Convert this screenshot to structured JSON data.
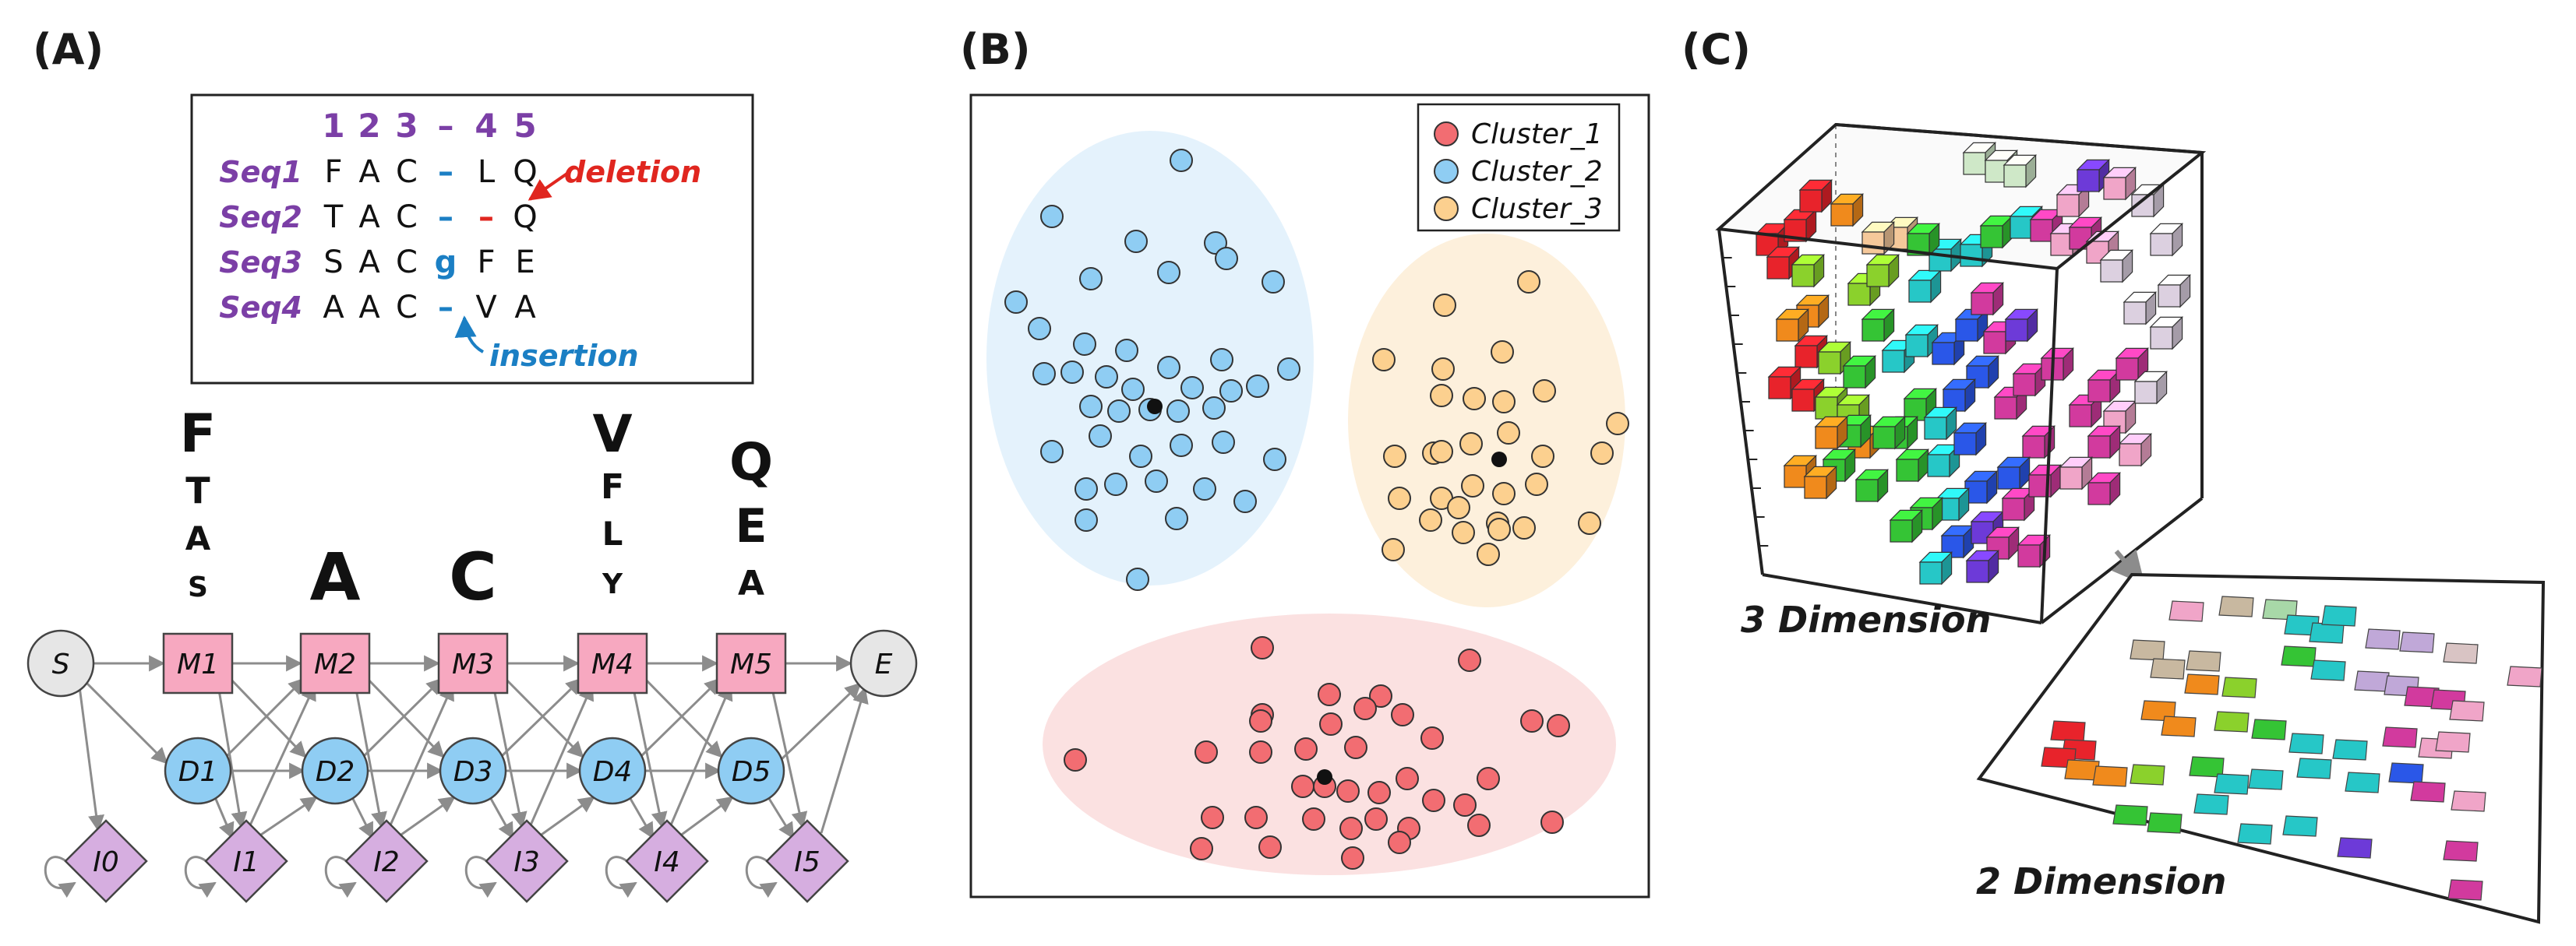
{
  "panels": {
    "a_label": "(A)",
    "b_label": "(B)",
    "c_label": "(C)"
  },
  "alignment": {
    "column_numbers": [
      "1",
      "2",
      "3",
      "–",
      "4",
      "5"
    ],
    "sequences": [
      {
        "name": "Seq1",
        "residues": [
          "F",
          "A",
          "C",
          "–",
          "L",
          "Q"
        ]
      },
      {
        "name": "Seq2",
        "residues": [
          "T",
          "A",
          "C",
          "–",
          "–",
          "Q"
        ]
      },
      {
        "name": "Seq3",
        "residues": [
          "S",
          "A",
          "C",
          "g",
          "F",
          "E"
        ]
      },
      {
        "name": "Seq4",
        "residues": [
          "A",
          "A",
          "C",
          "–",
          "V",
          "A"
        ]
      }
    ],
    "deletion_label": "deletion",
    "insertion_label": "insertion"
  },
  "hmm": {
    "logos": [
      {
        "position": "M1",
        "letters": [
          "F",
          "T",
          "A",
          "S"
        ]
      },
      {
        "position": "M2",
        "letters": [
          "A"
        ]
      },
      {
        "position": "M3",
        "letters": [
          "C"
        ]
      },
      {
        "position": "M4",
        "letters": [
          "V",
          "F",
          "L",
          "Y"
        ]
      },
      {
        "position": "M5",
        "letters": [
          "Q",
          "E",
          "A"
        ]
      }
    ],
    "start_label": "S",
    "end_label": "E",
    "match_states": [
      "M1",
      "M2",
      "M3",
      "M4",
      "M5"
    ],
    "delete_states": [
      "D1",
      "D2",
      "D3",
      "D4",
      "D5"
    ],
    "insert_states": [
      "I0",
      "I1",
      "I2",
      "I3",
      "I4",
      "I5"
    ],
    "colors": {
      "match": "#f7a8c0",
      "delete": "#8fcdf3",
      "insert": "#d6aee0",
      "terminal": "#e6e6e6",
      "edge": "#8c8c8c"
    }
  },
  "clusters": {
    "legend": [
      {
        "name": "Cluster_1",
        "color": "#f26d72"
      },
      {
        "name": "Cluster_2",
        "color": "#8fcdf3"
      },
      {
        "name": "Cluster_3",
        "color": "#fcd08f"
      }
    ]
  },
  "embedding": {
    "label_3d": "3 Dimension",
    "label_2d": "2 Dimension"
  }
}
